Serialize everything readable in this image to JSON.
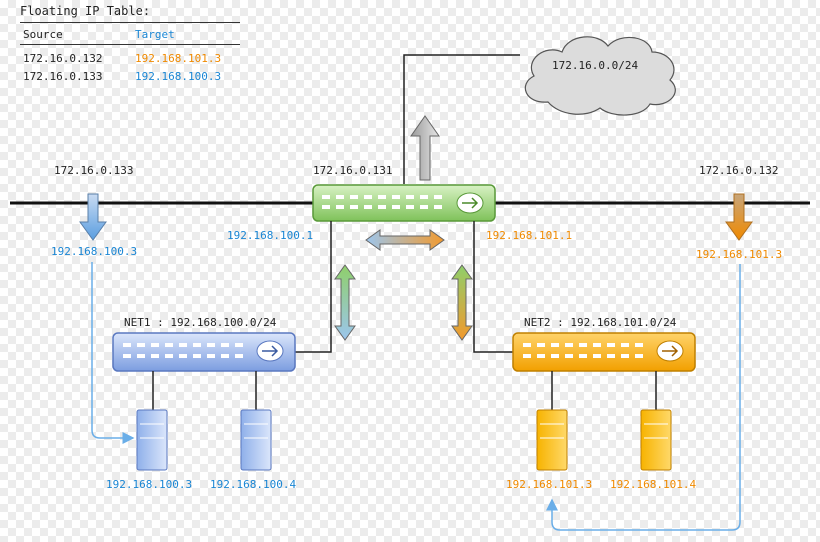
{
  "table": {
    "title": "Floating IP Table:",
    "header_source": "Source",
    "header_target": "Target",
    "rows": [
      {
        "source": "172.16.0.132",
        "target": "192.168.101.3",
        "target_color": "#f08a00"
      },
      {
        "source": "172.16.0.133",
        "target": "192.168.100.3",
        "target_color": "#1a86d4"
      }
    ]
  },
  "cloud_label": "172.16.0.0/24",
  "router": {
    "public_ip": "172.16.0.131",
    "net1_gateway": "192.168.100.1",
    "net2_gateway": "192.168.101.1"
  },
  "floating_left": {
    "public_ip": "172.16.0.133",
    "private_ip": "192.168.100.3"
  },
  "floating_right": {
    "public_ip": "172.16.0.132",
    "private_ip": "192.168.101.3"
  },
  "net1": {
    "label": "NET1 : 192.168.100.0/24",
    "host_a": "192.168.100.3",
    "host_b": "192.168.100.4"
  },
  "net2": {
    "label": "NET2 : 192.168.101.0/24",
    "host_a": "192.168.101.3",
    "host_b": "192.168.101.4"
  },
  "colors": {
    "net1_blue": "#1a86d4",
    "net2_orange": "#f08a00",
    "router_green": "#8fcf6a",
    "switch_blue": "#7f9fe0",
    "switch_orange": "#f2a500"
  }
}
